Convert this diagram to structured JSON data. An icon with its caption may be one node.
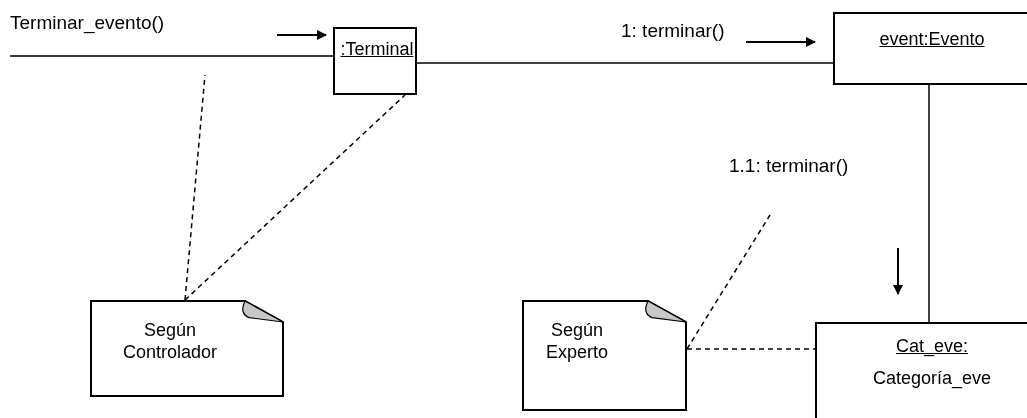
{
  "diagram": {
    "nodes": [
      {
        "text": [
          ":Terminal"
        ]
      },
      {
        "text": [
          "event:Evento"
        ]
      },
      {
        "text": [
          "Cat_eve:",
          "Categoría_eve"
        ]
      },
      {
        "text": [
          "Según Controlador"
        ]
      },
      {
        "text": [
          "Según Experto"
        ]
      }
    ],
    "edges": [
      {
        "from": null,
        "to": 0,
        "arrow": "none",
        "label": "Terminar_evento()"
      },
      {
        "from": 0,
        "to": 1,
        "arrow": "none",
        "label": "1: terminar()"
      },
      {
        "from": 1,
        "to": 2,
        "arrow": "none",
        "label": "1.1: terminar()"
      },
      {
        "from": 3,
        "to": null,
        "arrow": "none",
        "style": "dashed"
      },
      {
        "from": 3,
        "to": 0,
        "arrow": "none",
        "style": "dashed"
      },
      {
        "from": 4,
        "to": null,
        "arrow": "none",
        "style": "dashed"
      },
      {
        "from": 4,
        "to": 2,
        "arrow": "none",
        "style": "dashed"
      }
    ]
  }
}
